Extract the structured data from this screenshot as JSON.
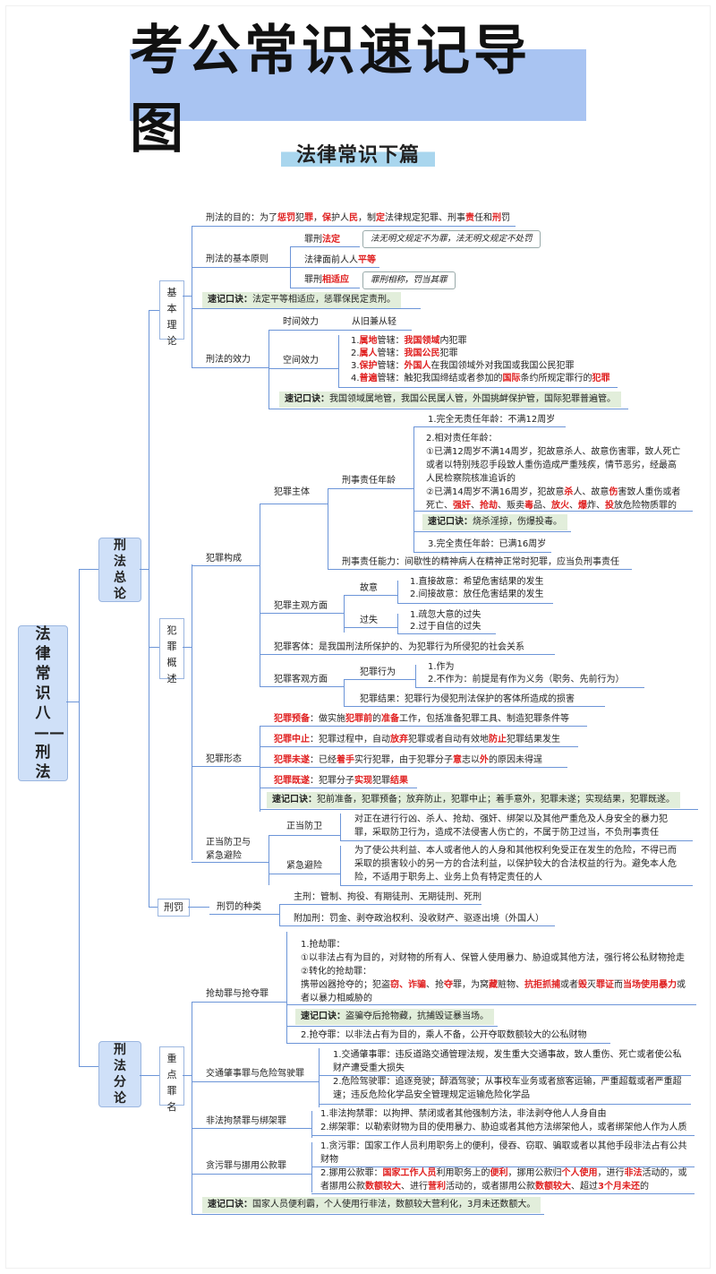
{
  "title": "考公常识速记导图",
  "subtitle": "法律常识下篇",
  "root": "法律常识八——刑法",
  "nodes": {
    "xfzl": "刑法总论",
    "xffl": "刑法分论",
    "jbll": "基本理论",
    "fzgs": "犯罪概述",
    "xf": "刑罚",
    "zdzm": "重点罪名"
  },
  "jbll": {
    "mudi_pre": "刑法的目的：为了",
    "mudi_r1": "惩罚",
    "mudi_1": "犯",
    "mudi_r2": "罪",
    "mudi_2": "，",
    "mudi_r3": "保",
    "mudi_3": "护人",
    "mudi_r4": "民",
    "mudi_4": "，制",
    "mudi_r5": "定",
    "mudi_5": "法律规定犯罪、刑事",
    "mudi_r6": "责",
    "mudi_6": "任和",
    "mudi_r7": "刑",
    "mudi_7": "罚",
    "yuanze": "刑法的基本原则",
    "fading_a": "罪刑",
    "fading_b": "法定",
    "fading_note": "法无明文规定不为罪，法无明文规定不处罚",
    "pingdeng_a": "法律面前人人",
    "pingdeng_b": "平等",
    "shiying_a": "罪刑",
    "shiying_b": "相适应",
    "shiying_note": "罪刑相称，罚当其罪",
    "kj1_label": "速记口诀：",
    "kj1_text": "法定平等相适应，惩罪保民定责刑。",
    "xiaoli": "刑法的效力",
    "shijian": "时间效力",
    "shijian_v": "从旧兼从轻",
    "kongjian": "空间效力",
    "k1_a": "1.",
    "k1_b": "属地",
    "k1_c": "管辖：",
    "k1_d": "我国领域",
    "k1_e": "内犯罪",
    "k2_a": "2.",
    "k2_b": "属人",
    "k2_c": "管辖：",
    "k2_d": "我国公民",
    "k2_e": "犯罪",
    "k3_a": "3.",
    "k3_b": "保护",
    "k3_c": "管辖：",
    "k3_d": "外国人",
    "k3_e": "在我国领域外对我国或我国公民犯罪",
    "k4_a": "4.",
    "k4_b": "普遍",
    "k4_c": "管辖：触犯我国缔结或者参加的",
    "k4_d": "国际",
    "k4_e": "条约所规定罪行的",
    "k4_f": "犯罪",
    "kj2_label": "速记口诀：",
    "kj2_text": "我国领域属地管，我国公民属人管，外国挑衅保护管，国际犯罪普遍管。"
  },
  "fzgs": {
    "goucheng": "犯罪构成",
    "zhuti": "犯罪主体",
    "zrnl": "刑事责任年龄",
    "age1": "1.完全无责任年龄：不满12周岁",
    "age2_title": "2.相对责任年龄：",
    "age2_l1": "①已满12周岁不满14周岁，犯故意杀人、故意伤害罪，致人死亡",
    "age2_l2": "或者以特别残忍手段致人重伤造成严重残疾，情节恶劣，经最高",
    "age2_l3": "人民检察院核准追诉的",
    "age2_l4a": "②已满14周岁不满16周岁，犯故意",
    "age2_l4b": "杀",
    "age2_l4c": "人、故意",
    "age2_l4d": "伤",
    "age2_l4e": "害致人重伤或者",
    "age2_l5a": "死亡、",
    "age2_l5b": "强奸",
    "age2_l5c": "、",
    "age2_l5d": "抢劫",
    "age2_l5e": "、贩卖",
    "age2_l5f": "毒",
    "age2_l5g": "品、",
    "age2_l5h": "放火",
    "age2_l5i": "、",
    "age2_l5j": "爆",
    "age2_l5k": "炸、",
    "age2_l5l": "投",
    "age2_l5m": "放危险物质罪的",
    "kj3_label": "速记口诀：",
    "kj3_text": "烧杀淫掠，伤爆投毒。",
    "age3": "3.完全责任年龄：已满16周岁",
    "nengli": "刑事责任能力：间歇性的精神病人在精神正常时犯罪，应当负刑事责任",
    "zhuguan": "犯罪主观方面",
    "guyi": "故意",
    "guyi1": "1.直接故意：希望危害结果的发生",
    "guyi2": "2.间接故意：放任危害结果的发生",
    "guoshi": "过失",
    "guoshi1": "1.疏忽大意的过失",
    "guoshi2": "2.过于自信的过失",
    "keti": "犯罪客体：是我国刑法所保护的、为犯罪行为所侵犯的社会关系",
    "keguan": "犯罪客观方面",
    "xingwei": "犯罪行为",
    "xw1": "1.作为",
    "xw2": "2.不作为：前提是有作为义务（职务、先前行为）",
    "jieguo": "犯罪结果：犯罪行为侵犯刑法保护的客体所造成的损害",
    "xingtai": "犯罪形态",
    "yb_a": "犯罪预备",
    "yb_b": "：做实施",
    "yb_c": "犯罪前",
    "yb_d": "的",
    "yb_e": "准备",
    "yb_f": "工作，包括准备犯罪工具、制造犯罪条件等",
    "zz_a": "犯罪中止",
    "zz_b": "：犯罪过程中，自动",
    "zz_c": "放弃",
    "zz_d": "犯罪或者自动有效地",
    "zz_e": "防止",
    "zz_f": "犯罪结果发生",
    "ws_a": "犯罪未遂",
    "ws_b": "：已经",
    "ws_c": "着手",
    "ws_d": "实行犯罪，由于犯罪分子",
    "ws_e": "意",
    "ws_f": "志以",
    "ws_g": "外",
    "ws_h": "的原因未得逞",
    "jisui_a": "犯罪既遂",
    "jisui_b": "：犯罪分子",
    "jisui_c": "实现",
    "jisui_d": "犯罪",
    "jisui_e": "结果",
    "kj4_label": "速记口诀：",
    "kj4_text": "犯前准备，犯罪预备；放弃防止，犯罪中止；着手意外，犯罪未遂；实现结果，犯罪既遂。",
    "fangwei": "正当防卫与紧急避险",
    "zdfw": "正当防卫",
    "zdfw_l1": "对正在进行行凶、杀人、抢劫、强奸、绑架以及其他严重危及人身安全的暴力犯",
    "zdfw_l2": "罪，采取防卫行为，造成不法侵害人伤亡的，不属于防卫过当，不负刑事责任",
    "jjbx": "紧急避险",
    "jjbx_l1": "为了使公共利益、本人或者他人的人身和其他权利免受正在发生的危险，不得已而",
    "jjbx_l2": "采取的损害较小的另一方的合法利益，以保护较大的合法权益的行为。避免本人危",
    "jjbx_l3": "险，不适用于职务上、业务上负有特定责任的人"
  },
  "xf": {
    "zhonglei": "刑罚的种类",
    "zhu": "主刑：管制、拘役、有期徒刑、无期徒刑、死刑",
    "fu": "附加刑：罚金、剥夺政治权利、没收财产、驱逐出境（外国人）"
  },
  "zdzm": {
    "qiangjie": "抢劫罪与抢夺罪",
    "qj_t": "1.抢劫罪：",
    "qj_l1": "①以非法占有为目的，对财物的所有人、保管人使用暴力、胁迫或其他方法，强行将公私财物抢走",
    "qj_l2": "②转化的抢劫罪：",
    "qj_l3": "携带凶器抢夺的；",
    "qj_l3a": "犯盗",
    "qj_l3b": "窃、诈",
    "qj_l3c": "骗",
    "qj_l3d": "、抢",
    "qj_l3e": "夺",
    "qj_l3f": "罪，为窝",
    "qj_l3g": "藏",
    "qj_l3h": "赃物、",
    "qj_l3i": "抗拒抓捕",
    "qj_l3j": "或者",
    "qj_l3k": "毁",
    "qj_l3l": "灭",
    "qj_l3m": "罪证",
    "qj_l3n": "而",
    "qj_l3o": "当场使用暴力",
    "qj_l3p": "或",
    "qj_l4": "者以暴力相威胁的",
    "kj5_label": "速记口诀：",
    "kj5_text": "盗骗夺后抢物藏，抗捕毁证暴当场。",
    "qd": "2.抢夺罪：以非法占有为目的，乘人不备，公开夺取数额较大的公私财物",
    "jiaotong": "交通肇事罪与危险驾驶罪",
    "jt_l1": "1.交通肇事罪：违反道路交通管理法规，发生重大交通事故，致人重伤、死亡或者使公私",
    "jt_l2": "财产遭受重大损失",
    "jt_l3": "2.危险驾驶罪：追逐竞驶；醉酒驾驶；从事校车业务或者旅客运输，严重超载或者严重超",
    "jt_l4": "速；违反危险化学品安全管理规定运输危险化学品",
    "jujin": "非法拘禁罪与绑架罪",
    "jj_l1": "1.非法拘禁罪：以拘押、禁闭或者其他强制方法，非法剥夺他人人身自由",
    "jj_l2": "2.绑架罪：以勒索财物为目的使用暴力、胁迫或者其他方法绑架他人，或者绑架他人作为人质",
    "tanwu": "贪污罪与挪用公款罪",
    "tw_l1": "1.贪污罪：国家工作人员利用职务上的便利，侵吞、窃取、骗取或者以其他手段非法占有公共",
    "tw_l2": "财物",
    "ny_a": "2.挪用公款罪：",
    "ny_b": "国家",
    "ny_c": "工作",
    "ny_d": "人员",
    "ny_e": "利用职务上的",
    "ny_f": "便利",
    "ny_g": "，挪用公款归",
    "ny_h": "个人使用",
    "ny_i": "，进行",
    "ny_j": "非法",
    "ny_k": "活动的，或",
    "ny2_a": "者挪用公款",
    "ny2_b": "数额较大",
    "ny2_c": "、进行",
    "ny2_d": "营利",
    "ny2_e": "活动的，或者挪用公款",
    "ny2_f": "数额较大",
    "ny2_g": "、超过",
    "ny2_h": "3个月未还",
    "ny2_i": "的",
    "kj6_label": "速记口诀：",
    "kj6_text": "国家人员便利霸，个人使用行非法，数额较大营利化，3月未还数额大。"
  },
  "colors": {
    "accent_red": "#e02020",
    "node_bg": "#cfe0f8",
    "line": "#6c95d8",
    "tip_bg": "#e2eedb",
    "title_bg": "#a9c4f2"
  }
}
